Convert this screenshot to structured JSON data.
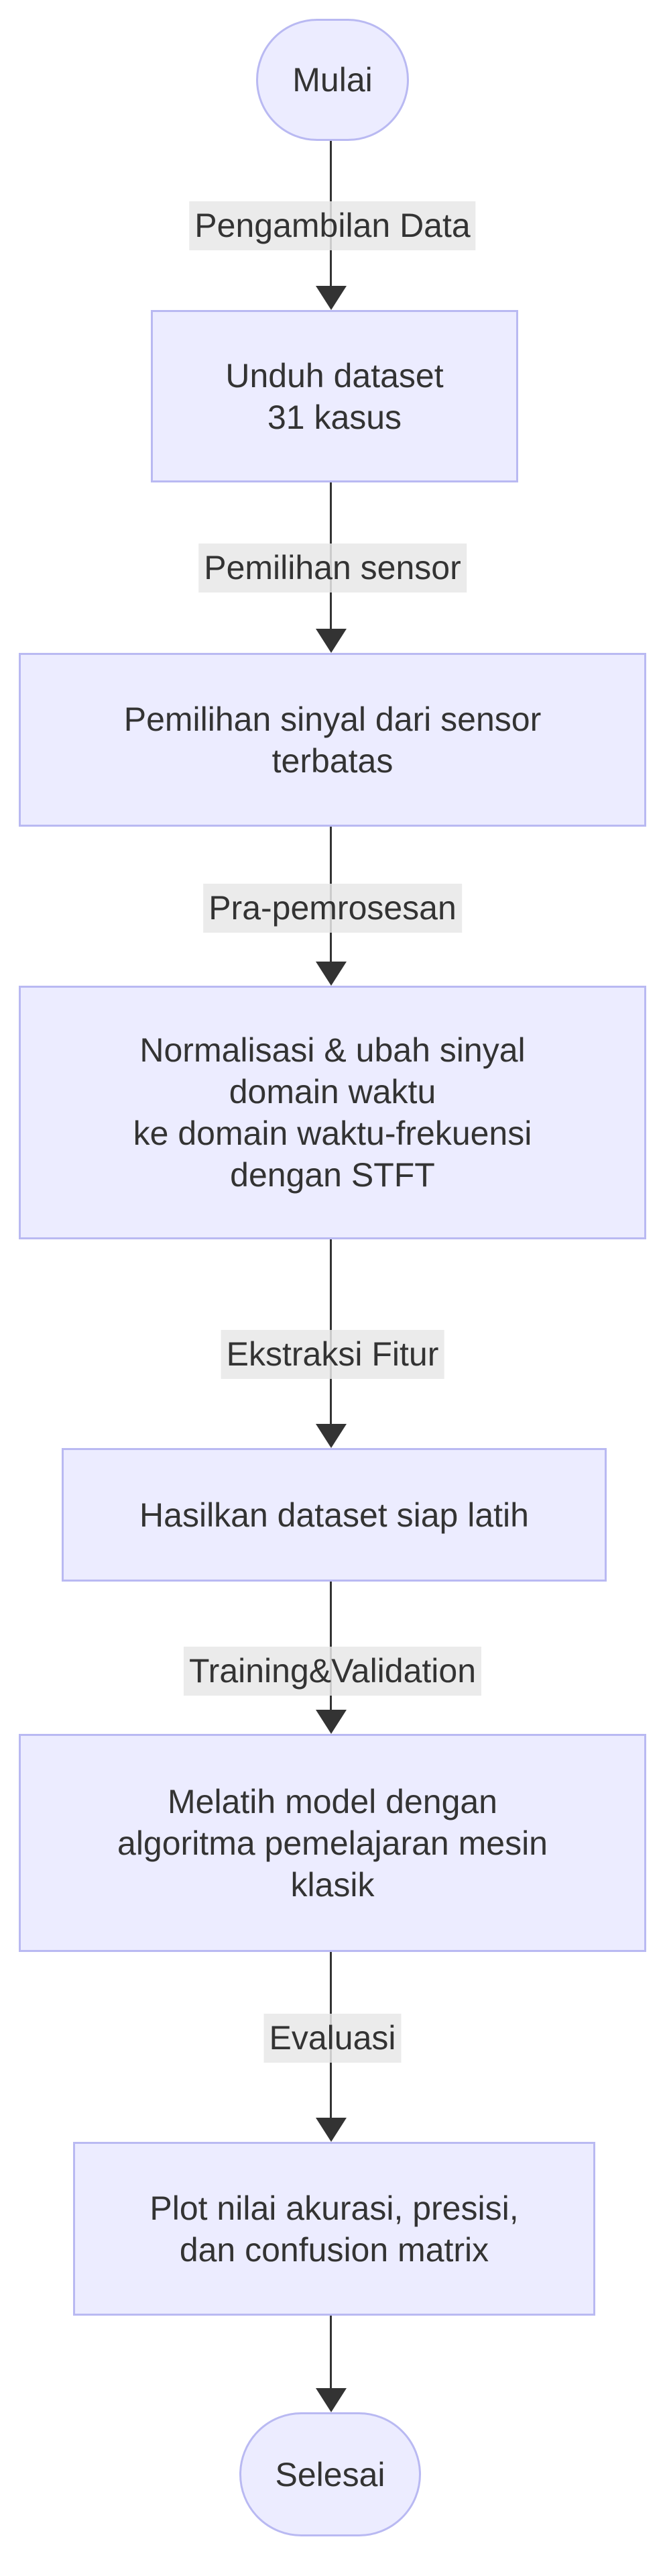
{
  "diagram": {
    "type": "flowchart",
    "direction": "top-down",
    "nodes": {
      "start": {
        "shape": "stadium",
        "label": "Mulai"
      },
      "unduh": {
        "shape": "rect",
        "lines": [
          "Unduh dataset",
          "31 kasus"
        ]
      },
      "pemilihan": {
        "shape": "rect",
        "lines": [
          "Pemilihan sinyal dari sensor",
          "terbatas"
        ]
      },
      "normalisasi": {
        "shape": "rect",
        "lines": [
          "Normalisasi & ubah sinyal",
          "domain waktu",
          "ke domain waktu-frekuensi",
          "dengan STFT"
        ]
      },
      "hasilkan": {
        "shape": "rect",
        "lines": [
          "Hasilkan dataset siap latih"
        ]
      },
      "melatih": {
        "shape": "rect",
        "lines": [
          "Melatih model dengan",
          "algoritma pemelajaran mesin",
          "klasik"
        ]
      },
      "plot": {
        "shape": "rect",
        "lines": [
          "Plot nilai akurasi, presisi,",
          "dan confusion matrix"
        ]
      },
      "end": {
        "shape": "stadium",
        "label": "Selesai"
      }
    },
    "edges": [
      {
        "from": "start",
        "to": "unduh",
        "label": "Pengambilan Data"
      },
      {
        "from": "unduh",
        "to": "pemilihan",
        "label": "Pemilihan sensor"
      },
      {
        "from": "pemilihan",
        "to": "normalisasi",
        "label": "Pra-pemrosesan"
      },
      {
        "from": "normalisasi",
        "to": "hasilkan",
        "label": "Ekstraksi Fitur"
      },
      {
        "from": "hasilkan",
        "to": "melatih",
        "label": "Training&Validation"
      },
      {
        "from": "melatih",
        "to": "plot",
        "label": "Evaluasi"
      },
      {
        "from": "plot",
        "to": "end",
        "label": ""
      }
    ],
    "colors": {
      "node_fill": "#ECECFF",
      "node_border": "#b9b9f2",
      "edge_line": "#333333",
      "edge_label_bg": "#e8e8e8",
      "text": "#333333",
      "background": "#ffffff"
    }
  }
}
